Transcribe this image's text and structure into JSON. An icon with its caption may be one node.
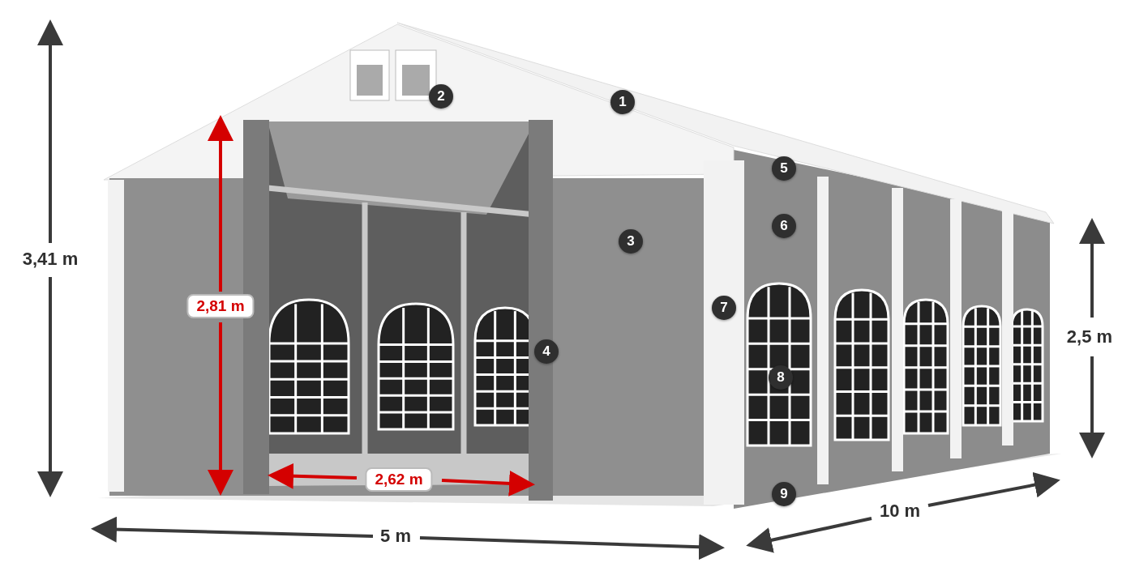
{
  "diagram": {
    "labels": [
      "1",
      "2",
      "3",
      "4",
      "5",
      "6",
      "7",
      "8",
      "9",
      "3,41 m",
      "2,81 m",
      "2,62 m",
      "2,5 m",
      "5 m",
      "10 m"
    ]
  }
}
